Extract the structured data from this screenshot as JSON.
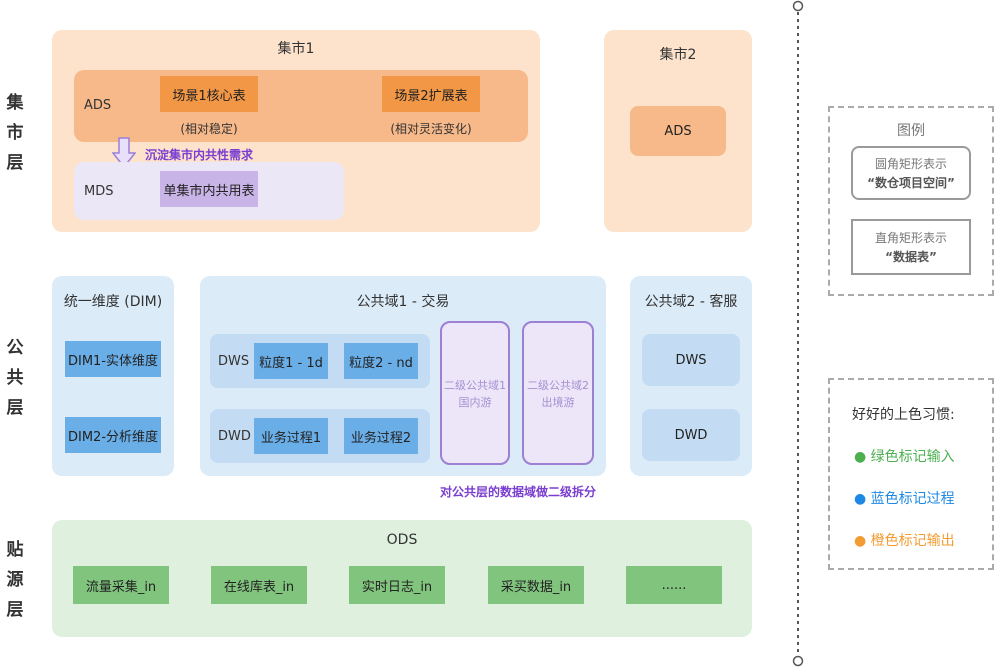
{
  "layers": {
    "mart": [
      "集",
      "市",
      "层"
    ],
    "common": [
      "公",
      "共",
      "层"
    ],
    "source": [
      "贴",
      "源",
      "层"
    ]
  },
  "mart1": {
    "title": "集市1",
    "ads_label": "ADS",
    "table1": "场景1核心表",
    "table1_note": "(相对稳定)",
    "table2": "场景2扩展表",
    "table2_note": "(相对灵活变化)",
    "arrow_text": "沉淀集市内共性需求",
    "mds_label": "MDS",
    "mds_table": "单集市内共用表"
  },
  "mart2": {
    "title": "集市2",
    "ads": "ADS"
  },
  "dim": {
    "title": "统一维度 (DIM)",
    "table1": "DIM1-实体维度",
    "table2": "DIM2-分析维度"
  },
  "domain1": {
    "title": "公共域1 - 交易",
    "dws_label": "DWS",
    "dws1": "粒度1 - 1d",
    "dws2": "粒度2 - nd",
    "dwd_label": "DWD",
    "dwd1": "业务过程1",
    "dwd2": "业务过程2",
    "sub1_line1": "二级公共域1",
    "sub1_line2": "国内游",
    "sub2_line1": "二级公共域2",
    "sub2_line2": "出境游",
    "caption": "对公共层的数据域做二级拆分"
  },
  "domain2": {
    "title": "公共域2 - 客服",
    "dws": "DWS",
    "dwd": "DWD"
  },
  "ods": {
    "title": "ODS",
    "tables": [
      "流量采集_in",
      "在线库表_in",
      "实时日志_in",
      "采买数据_in",
      "......"
    ]
  },
  "legend": {
    "title": "图例",
    "rounded_line1": "圆角矩形表示",
    "rounded_line2": "“数仓项目空间”",
    "sharp_line1": "直角矩形表示",
    "sharp_line2": "“数据表”"
  },
  "tips": {
    "title": "好好的上色习惯:",
    "items": [
      {
        "text": "绿色标记输入",
        "color": "#4caf50"
      },
      {
        "text": "蓝色标记过程",
        "color": "#1e88e5"
      },
      {
        "text": "橙色标记输出",
        "color": "#f39c33"
      }
    ]
  }
}
